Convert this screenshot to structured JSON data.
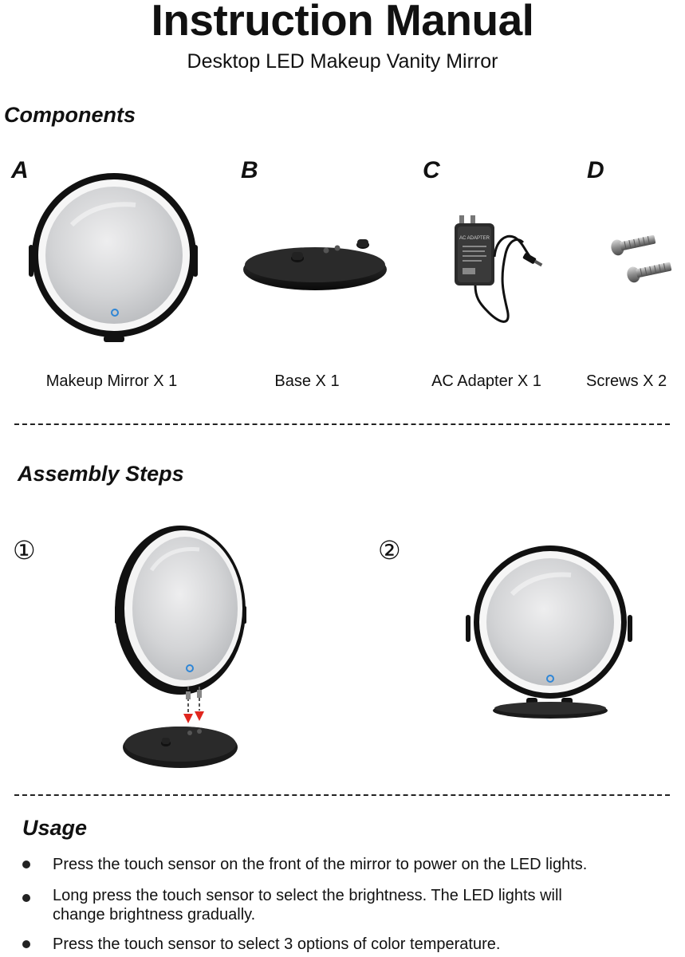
{
  "header": {
    "title": "Instruction Manual",
    "subtitle": "Desktop LED Makeup Vanity Mirror"
  },
  "components": {
    "heading": "Components",
    "items": [
      {
        "letter": "A",
        "caption": "Makeup Mirror X 1",
        "icon": "round-mirror-icon"
      },
      {
        "letter": "B",
        "caption": "Base X 1",
        "icon": "oval-base-icon"
      },
      {
        "letter": "C",
        "caption": "AC Adapter X 1",
        "icon": "ac-adapter-icon"
      },
      {
        "letter": "D",
        "caption": "Screws X 2",
        "icon": "screws-icon"
      }
    ],
    "adapter_label": "AC ADAPTER"
  },
  "assembly": {
    "heading": "Assembly Steps",
    "steps": [
      {
        "number": "①"
      },
      {
        "number": "②"
      }
    ]
  },
  "usage": {
    "heading": "Usage",
    "bullets": [
      {
        "line1": "Press the touch sensor on the front of the mirror to power on the LED lights.",
        "line2": ""
      },
      {
        "line1": "Long press the touch sensor to select the brightness. The LED lights will",
        "line2": "change brightness gradually."
      },
      {
        "line1": "Press the touch sensor to select 3 options of color temperature.",
        "line2": ""
      }
    ]
  },
  "colors": {
    "frame": "#111111",
    "led_ring": "#f4f4f4",
    "glass": "#c9cbce",
    "sensor": "#2f86d6",
    "arrow": "#e0261e"
  }
}
